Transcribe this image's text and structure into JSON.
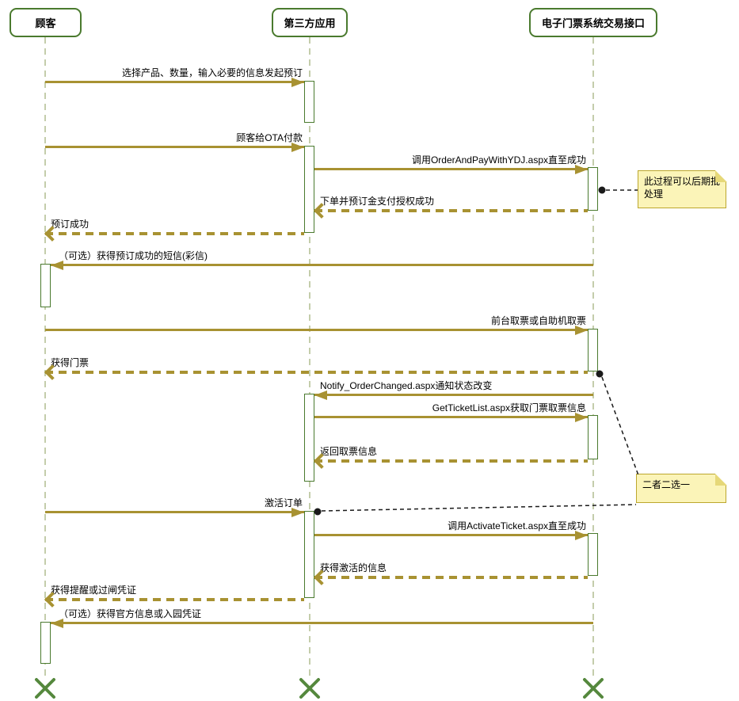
{
  "diagram_type": "uml-sequence",
  "actors": [
    {
      "label": "顾客"
    },
    {
      "label": "第三方应用"
    },
    {
      "label": "电子门票系统交易接口"
    }
  ],
  "messages": [
    {
      "label": "选择产品、数量，输入必要的信息发起预订",
      "from": "顾客",
      "to": "第三方应用",
      "line": "solid"
    },
    {
      "label": "顾客给OTA付款",
      "from": "顾客",
      "to": "第三方应用",
      "line": "solid"
    },
    {
      "label": "调用OrderAndPayWithYDJ.aspx直至成功",
      "from": "第三方应用",
      "to": "电子门票系统交易接口",
      "line": "solid"
    },
    {
      "label": "下单并预订金支付授权成功",
      "from": "电子门票系统交易接口",
      "to": "第三方应用",
      "line": "dashed"
    },
    {
      "label": "预订成功",
      "from": "第三方应用",
      "to": "顾客",
      "line": "dashed"
    },
    {
      "label": "（可选）获得预订成功的短信(彩信)",
      "from": "电子门票系统交易接口",
      "to": "顾客",
      "line": "solid"
    },
    {
      "label": "前台取票或自助机取票",
      "from": "顾客",
      "to": "电子门票系统交易接口",
      "line": "solid"
    },
    {
      "label": "获得门票",
      "from": "电子门票系统交易接口",
      "to": "顾客",
      "line": "dashed"
    },
    {
      "label": "Notify_OrderChanged.aspx通知状态改变",
      "from": "电子门票系统交易接口",
      "to": "第三方应用",
      "line": "solid"
    },
    {
      "label": "GetTicketList.aspx获取门票取票信息",
      "from": "第三方应用",
      "to": "电子门票系统交易接口",
      "line": "solid"
    },
    {
      "label": "返回取票信息",
      "from": "电子门票系统交易接口",
      "to": "第三方应用",
      "line": "dashed"
    },
    {
      "label": "激活订单",
      "from": "顾客",
      "to": "第三方应用",
      "line": "solid"
    },
    {
      "label": "调用ActivateTicket.aspx直至成功",
      "from": "第三方应用",
      "to": "电子门票系统交易接口",
      "line": "solid"
    },
    {
      "label": "获得激活的信息",
      "from": "电子门票系统交易接口",
      "to": "第三方应用",
      "line": "dashed"
    },
    {
      "label": "获得提醒或过闸凭证",
      "from": "第三方应用",
      "to": "顾客",
      "line": "dashed"
    },
    {
      "label": "（可选）获得官方信息或入园凭证",
      "from": "电子门票系统交易接口",
      "to": "顾客",
      "line": "solid"
    }
  ],
  "notes": [
    {
      "label": "此过程可以后期批处理"
    },
    {
      "label": "二者二选一"
    }
  ],
  "colors": {
    "actor_border": "#4a7a2e",
    "lifeline": "#c4cdab",
    "arrow": "#a89232",
    "note_fill": "#fbf4b8",
    "note_border": "#bca72e",
    "note_fold": "#e6d878",
    "connector": "#1a1a1a",
    "destroy": "#55883d"
  }
}
